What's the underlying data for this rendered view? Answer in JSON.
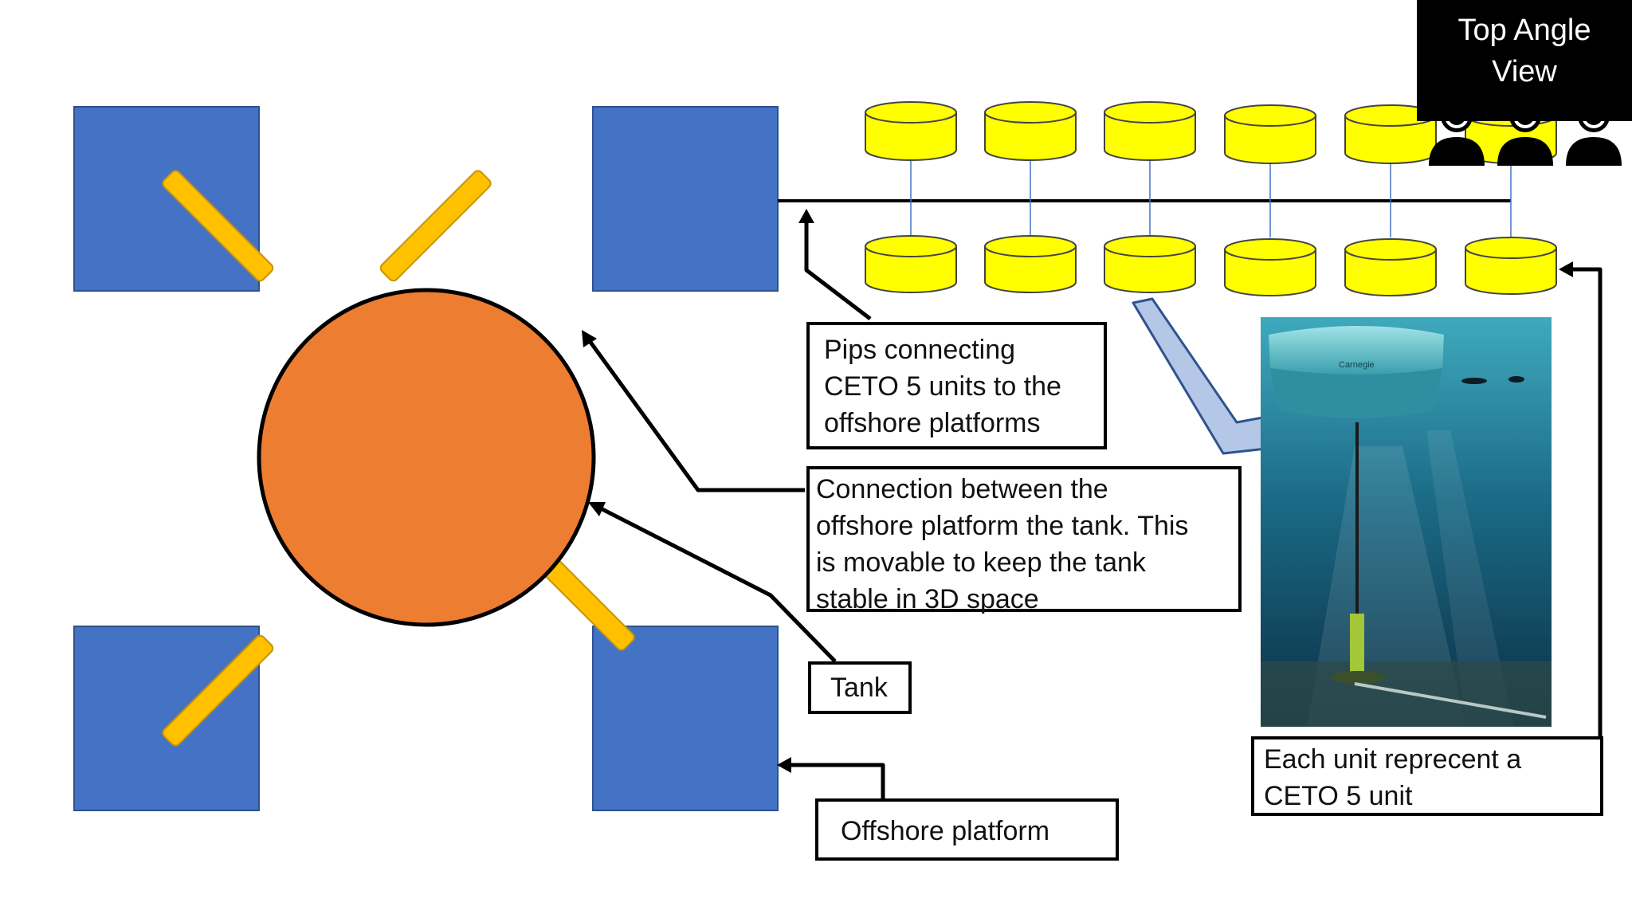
{
  "title_box": {
    "text": "Top  Angle\nView"
  },
  "labels": {
    "pipes": "Pips connecting\nCETO 5 units to the\noffshore platforms",
    "connection": "Connection between the\noffshore platform the tank. This\nis movable to keep the tank\nstable in 3D space",
    "tank": "Tank",
    "platform": "Offshore platform",
    "unit": "Each unit reprecent a\nCETO 5 unit"
  },
  "photo": {
    "brand_text": "Carnegie"
  },
  "colors": {
    "platform_blue": "#4472c4",
    "tank_orange": "#ed7d31",
    "arm_yellow": "#ffc000",
    "unit_yellow": "#ffff00",
    "flow_arrow": "#b4c7e7",
    "photo_water": "#1b6a86"
  },
  "icons": [
    "person-icon",
    "person-icon",
    "person-icon"
  ]
}
